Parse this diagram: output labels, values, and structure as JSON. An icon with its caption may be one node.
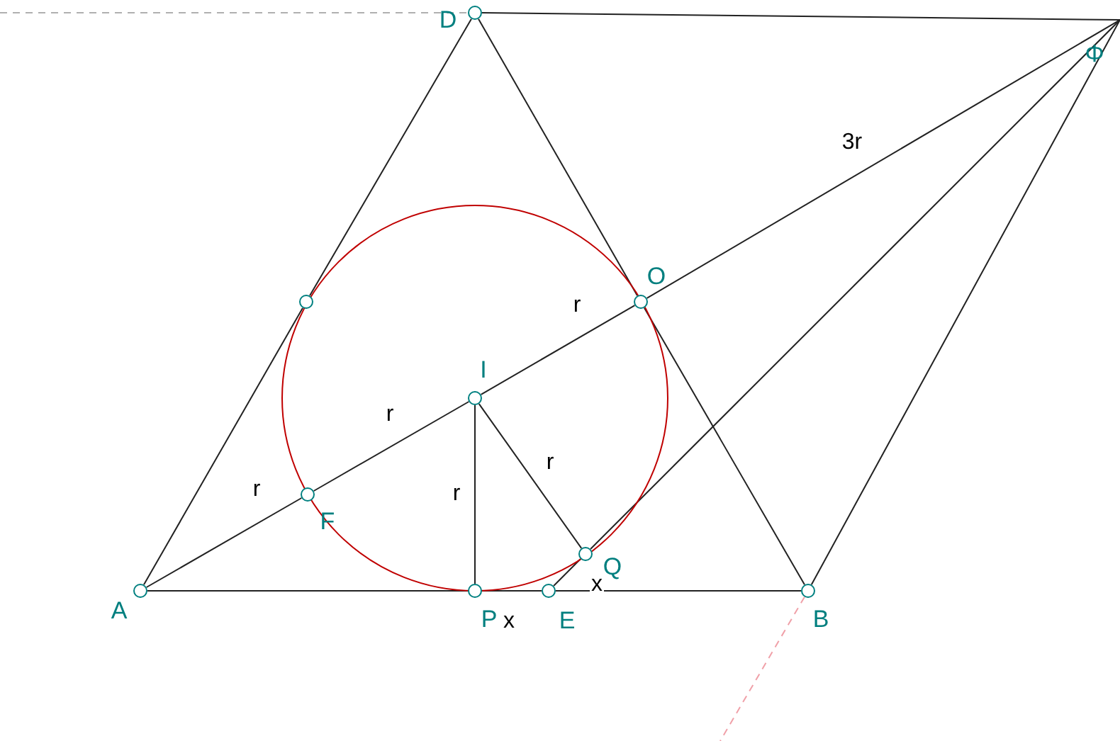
{
  "diagram": {
    "nodes": [
      {
        "text": [
          "D"
        ]
      },
      {
        "text": [
          "Φ"
        ]
      },
      {
        "text": [],
        "shape": "point"
      },
      {
        "text": [
          "O"
        ]
      },
      {
        "text": [
          "I"
        ]
      },
      {
        "text": [
          "F"
        ]
      },
      {
        "text": [
          "Q"
        ]
      },
      {
        "text": [
          "A"
        ]
      },
      {
        "text": [
          "P"
        ]
      },
      {
        "text": [
          "E"
        ]
      },
      {
        "text": [
          "B"
        ]
      }
    ],
    "edges": [
      {
        "from": 7,
        "to": 2,
        "arrow": "none"
      },
      {
        "from": 2,
        "to": 0,
        "arrow": "none"
      },
      {
        "from": 0,
        "to": 3,
        "arrow": "none"
      },
      {
        "from": 3,
        "to": 10,
        "arrow": "none"
      },
      {
        "from": 7,
        "to": 8,
        "arrow": "none"
      },
      {
        "from": 8,
        "to": 9,
        "arrow": "none",
        "label": "x"
      },
      {
        "from": 9,
        "to": 10,
        "arrow": "none"
      },
      {
        "from": 0,
        "to": 1,
        "arrow": "none"
      },
      {
        "from": 10,
        "to": 1,
        "arrow": "none"
      },
      {
        "from": 7,
        "to": 5,
        "arrow": "none",
        "label": "r"
      },
      {
        "from": 5,
        "to": 4,
        "arrow": "none",
        "label": "r"
      },
      {
        "from": 4,
        "to": 3,
        "arrow": "none",
        "label": "r"
      },
      {
        "from": 3,
        "to": 1,
        "arrow": "none",
        "label": "3r"
      },
      {
        "from": 4,
        "to": 8,
        "arrow": "none",
        "label": "r"
      },
      {
        "from": 4,
        "to": 6,
        "arrow": "none",
        "label": "r"
      },
      {
        "from": 9,
        "to": 6,
        "arrow": "none",
        "label": "x"
      },
      {
        "from": 6,
        "to": 1,
        "arrow": "none"
      },
      {
        "from": null,
        "to": 0,
        "arrow": "none",
        "style": "dashed",
        "color": "#b0b0b0"
      },
      {
        "from": 10,
        "to": null,
        "arrow": "none",
        "style": "dashed",
        "color": "#f0a0a8"
      }
    ]
  }
}
